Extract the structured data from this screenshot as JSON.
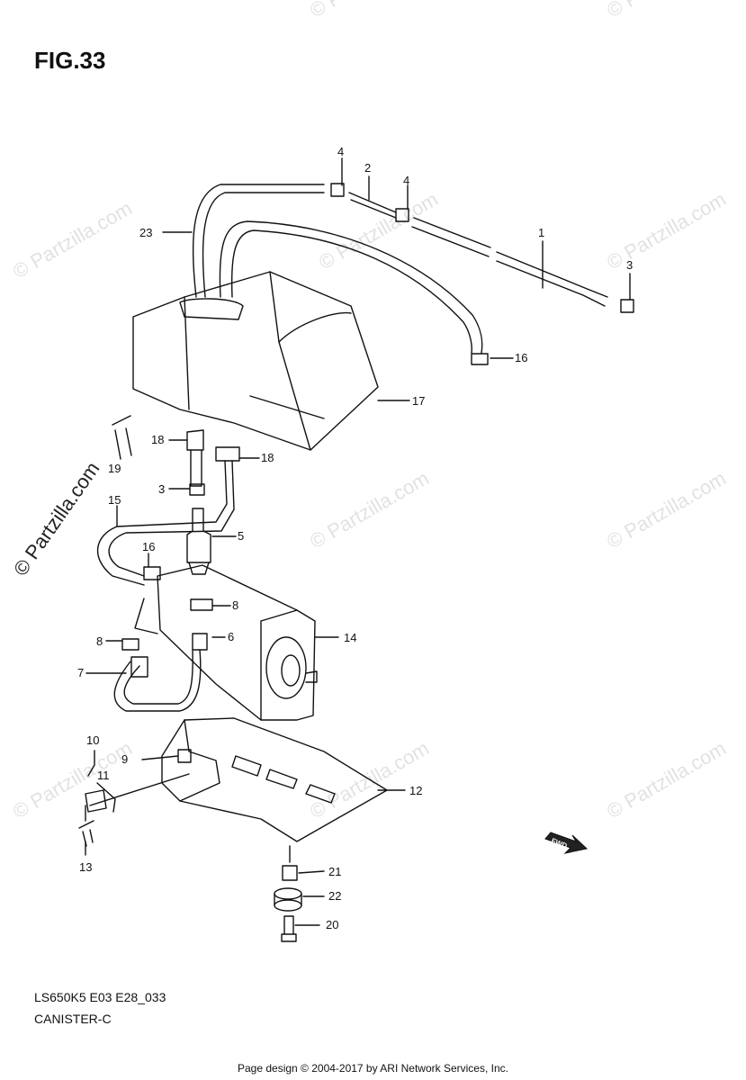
{
  "figure": {
    "title": "FIG.33"
  },
  "footer": {
    "model_code": "LS650K5 E03 E28_033",
    "section": "CANISTER-C",
    "credits": "Page design © 2004-2017 by ARI Network Services, Inc."
  },
  "watermark": {
    "text": "© Partzilla.com"
  },
  "fwd_label": "FWD",
  "callouts": [
    {
      "id": "c1",
      "label": "1"
    },
    {
      "id": "c2",
      "label": "2"
    },
    {
      "id": "c3a",
      "label": "3"
    },
    {
      "id": "c3b",
      "label": "3"
    },
    {
      "id": "c4a",
      "label": "4"
    },
    {
      "id": "c4b",
      "label": "4"
    },
    {
      "id": "c5",
      "label": "5"
    },
    {
      "id": "c6",
      "label": "6"
    },
    {
      "id": "c7",
      "label": "7"
    },
    {
      "id": "c8a",
      "label": "8"
    },
    {
      "id": "c8b",
      "label": "8"
    },
    {
      "id": "c9",
      "label": "9"
    },
    {
      "id": "c10",
      "label": "10"
    },
    {
      "id": "c11",
      "label": "11"
    },
    {
      "id": "c12",
      "label": "12"
    },
    {
      "id": "c13",
      "label": "13"
    },
    {
      "id": "c14",
      "label": "14"
    },
    {
      "id": "c15",
      "label": "15"
    },
    {
      "id": "c16a",
      "label": "16"
    },
    {
      "id": "c16b",
      "label": "16"
    },
    {
      "id": "c17",
      "label": "17"
    },
    {
      "id": "c18a",
      "label": "18"
    },
    {
      "id": "c18b",
      "label": "18"
    },
    {
      "id": "c19",
      "label": "19"
    },
    {
      "id": "c20",
      "label": "20"
    },
    {
      "id": "c21",
      "label": "21"
    },
    {
      "id": "c22",
      "label": "22"
    },
    {
      "id": "c23",
      "label": "23"
    }
  ]
}
